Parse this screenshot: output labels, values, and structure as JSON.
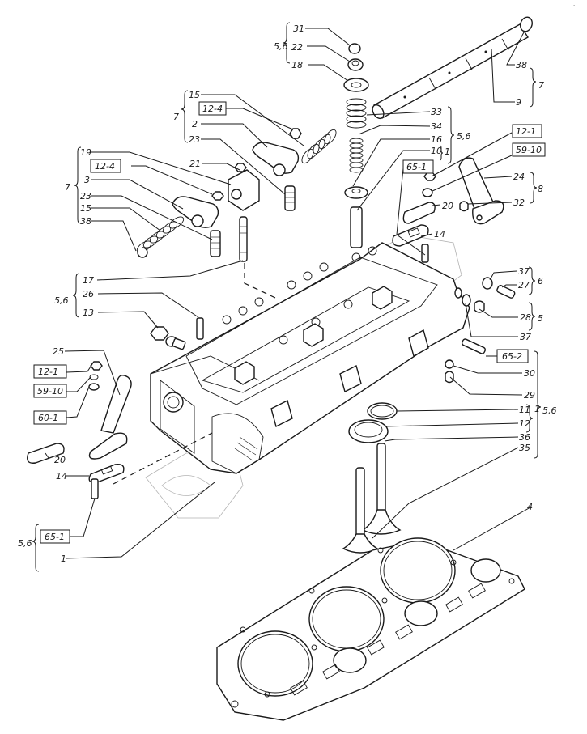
{
  "diagram": {
    "title": "Cylinder head assembly — exploded view",
    "watermark_icon": "brand-logo-watermark",
    "corner_mark": "·–"
  },
  "parts": {
    "p1": "1",
    "p2": "2",
    "p3": "3",
    "p4": "4",
    "p9": "9",
    "p10": "10",
    "p11": "11",
    "p12": "12",
    "p13": "13",
    "p14a": "14",
    "p14b": "14",
    "p15a": "15",
    "p15b": "15",
    "p16": "16",
    "p17": "17",
    "p18": "18",
    "p19": "19",
    "p20a": "20",
    "p20b": "20",
    "p21": "21",
    "p22": "22",
    "p23a": "23",
    "p23b": "23",
    "p24": "24",
    "p25": "25",
    "p26": "26",
    "p27": "27",
    "p28": "28",
    "p29": "29",
    "p30": "30",
    "p31": "31",
    "p32": "32",
    "p33": "33",
    "p34": "34",
    "p35": "35",
    "p36": "36",
    "p37a": "37",
    "p37b": "37",
    "p38a": "38",
    "p38b": "38"
  },
  "references": {
    "r12_4a": "12-4",
    "r12_4b": "12-4",
    "r12_1a": "12-1",
    "r12_1b": "12-1",
    "r59_10a": "59-10",
    "r59_10b": "59-10",
    "r60_1": "60-1",
    "r65_1a": "65-1",
    "r65_1b": "65-1",
    "r65_2": "65-2"
  },
  "groups": {
    "g56_top": "5,6",
    "g7_shaft": "7",
    "g7_rocker_a": "7",
    "g7_rocker_b": "7",
    "g56_valve": "5,6",
    "g1_valve": "1",
    "g8": "8",
    "g56_left": "5,6",
    "g6": "6",
    "g5": "5",
    "g56_right": "5,6",
    "g1_right": "1",
    "g56_bottom": "5,6"
  }
}
